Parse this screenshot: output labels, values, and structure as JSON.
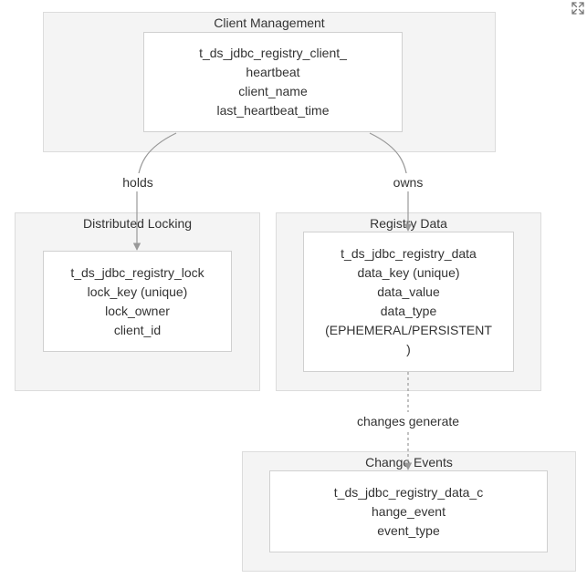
{
  "clusters": {
    "client_management": {
      "title": "Client Management"
    },
    "distributed_locking": {
      "title": "Distributed Locking"
    },
    "registry_data": {
      "title": "Registry Data"
    },
    "change_events": {
      "title": "Change Events"
    }
  },
  "nodes": {
    "heartbeat": {
      "lines": [
        "t_ds_jdbc_registry_client_",
        "heartbeat",
        "client_name",
        "last_heartbeat_time"
      ]
    },
    "lock": {
      "lines": [
        "t_ds_jdbc_registry_lock",
        "lock_key (unique)",
        "lock_owner",
        "client_id"
      ]
    },
    "data": {
      "lines": [
        "t_ds_jdbc_registry_data",
        "data_key (unique)",
        "data_value",
        "data_type",
        "(EPHEMERAL/PERSISTENT",
        ")"
      ]
    },
    "change_event": {
      "lines": [
        "t_ds_jdbc_registry_data_c",
        "hange_event",
        "event_type"
      ]
    }
  },
  "edges": {
    "holds": "holds",
    "owns": "owns",
    "changes_generate": "changes generate"
  },
  "icons": {
    "expand": "expand-icon"
  },
  "colors": {
    "cluster_bg": "#f4f4f4",
    "edge": "#999999"
  }
}
